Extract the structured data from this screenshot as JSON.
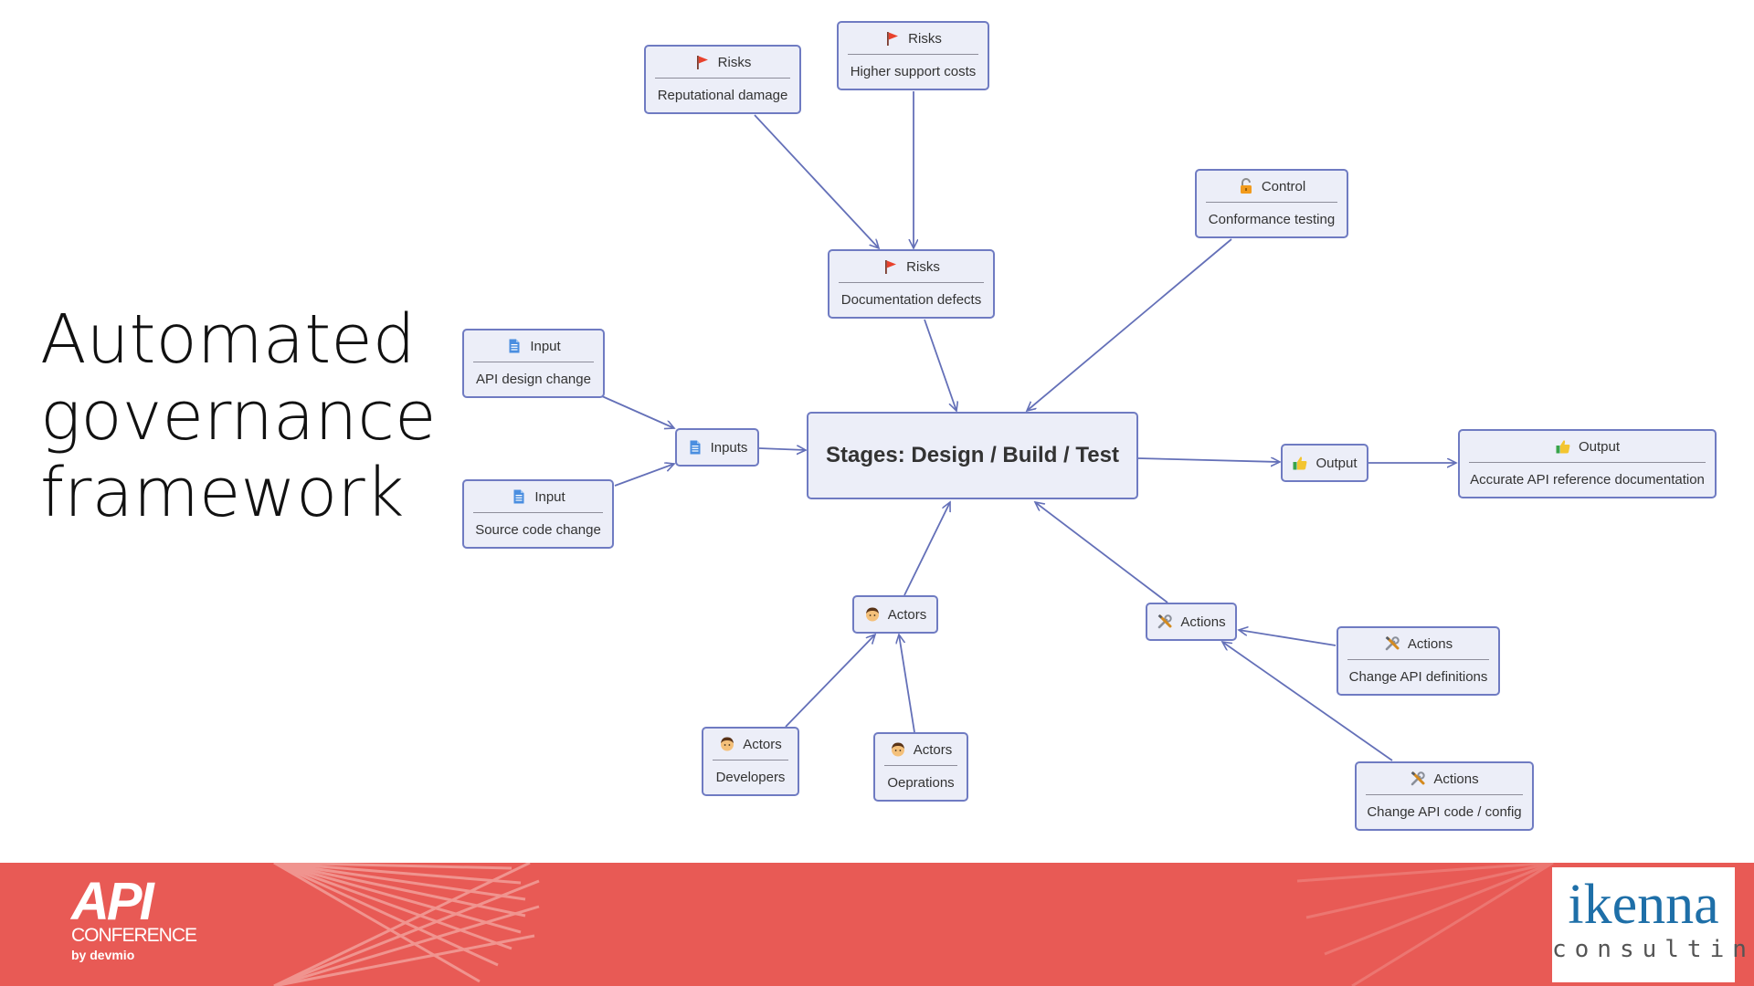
{
  "slide": {
    "title_lines": [
      "Automated",
      "governance",
      "framework"
    ]
  },
  "diagram": {
    "main": {
      "label": "Stages: Design / Build / Test"
    },
    "nodes": {
      "risk_reputational": {
        "category": "Risks",
        "text": "Reputational damage",
        "icon": "flag-icon"
      },
      "risk_support": {
        "category": "Risks",
        "text": "Higher support costs",
        "icon": "flag-icon"
      },
      "risk_docs": {
        "category": "Risks",
        "text": "Documentation defects",
        "icon": "flag-icon"
      },
      "control_conformance": {
        "category": "Control",
        "text": "Conformance testing",
        "icon": "padlock-icon"
      },
      "input_api_design": {
        "category": "Input",
        "text": "API design change",
        "icon": "document-icon"
      },
      "input_source_code": {
        "category": "Input",
        "text": "Source code change",
        "icon": "document-icon"
      },
      "output_docs": {
        "category": "Output",
        "text": "Accurate API reference documentation",
        "icon": "thumbs-up-icon"
      },
      "actors_developers": {
        "category": "Actors",
        "text": "Developers",
        "icon": "person-icon"
      },
      "actors_operations": {
        "category": "Actors",
        "text": "Oeprations",
        "icon": "person-icon"
      },
      "actions_definitions": {
        "category": "Actions",
        "text": "Change API definitions",
        "icon": "tools-icon"
      },
      "actions_code": {
        "category": "Actions",
        "text": "Change API code / config",
        "icon": "tools-icon"
      }
    },
    "hubs": {
      "inputs": {
        "label": "Inputs",
        "icon": "document-icon"
      },
      "output": {
        "label": "Output",
        "icon": "thumbs-up-icon"
      },
      "actors": {
        "label": "Actors",
        "icon": "person-icon"
      },
      "actions": {
        "label": "Actions",
        "icon": "tools-icon"
      }
    },
    "colors": {
      "node_fill": "#eceef8",
      "node_border": "#6f7bc2",
      "edge": "#6470b8"
    }
  },
  "footer": {
    "background": "#e85a55",
    "api_logo": {
      "big": "API",
      "line2": "CONFERENCE",
      "line3": "by devmio"
    },
    "consulting_logo": {
      "word": "ikenna",
      "sub": "consulting"
    }
  }
}
